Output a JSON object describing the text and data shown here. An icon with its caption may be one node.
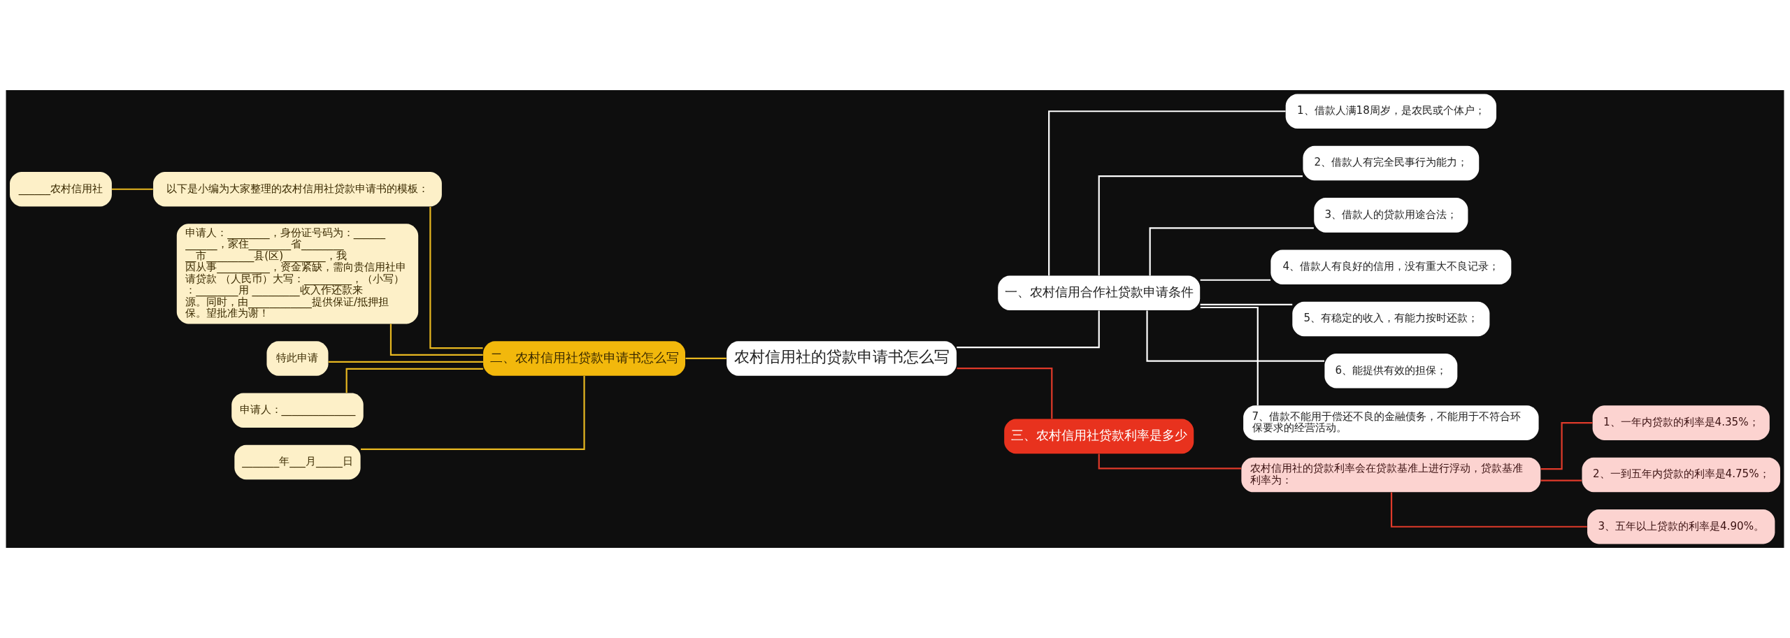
{
  "diagram": {
    "nodes": [
      {
        "text": [
          "农村信用社的贷款申请书怎么写"
        ]
      },
      {
        "text": [
          "二、农村信用社贷款申请书怎么写"
        ]
      },
      {
        "text": [
          "以下是小编为大家整理的农村信用社贷款申请书的模板："
        ]
      },
      {
        "text": [
          "______农村信用社"
        ]
      },
      {
        "text": [
          "申请人：________，身份证号码为：____________，家住________省__________市_________县(区)________，我因从事__________，资金紧缺，需向贵信用社申请贷款 （人民币）大写：_________，（小写）：________用 _________收入作还款来源。同时，由____________提供保证/抵押担保。望批准为谢！"
        ]
      },
      {
        "text": [
          "特此申请"
        ]
      },
      {
        "text": [
          "申请人：______________"
        ]
      },
      {
        "text": [
          "_______年___月_____日"
        ]
      },
      {
        "text": [
          "一、农村信用合作社贷款申请条件"
        ]
      },
      {
        "text": [
          "1、借款人满18周岁，是农民或个体户；"
        ]
      },
      {
        "text": [
          "2、借款人有完全民事行为能力；"
        ]
      },
      {
        "text": [
          "3、借款人的贷款用途合法；"
        ]
      },
      {
        "text": [
          "4、借款人有良好的信用，没有重大不良记录；"
        ]
      },
      {
        "text": [
          "5、有稳定的收入，有能力按时还款；"
        ]
      },
      {
        "text": [
          "6、能提供有效的担保；"
        ]
      },
      {
        "text": [
          "7、借款不能用于偿还不良的金融债务，不能用于不符合环保要求的经营活动。"
        ]
      },
      {
        "text": [
          "三、农村信用社贷款利率是多少"
        ]
      },
      {
        "text": [
          "农村信用社的贷款利率会在贷款基准上进行浮动，贷款基准利率为："
        ]
      },
      {
        "text": [
          "1、一年内贷款的利率是4.35%；"
        ]
      },
      {
        "text": [
          "2、一到五年内贷款的利率是4.75%；"
        ]
      },
      {
        "text": [
          "3、五年以上贷款的利率是4.90%。"
        ]
      }
    ],
    "edges": [
      {
        "from": 0,
        "to": 1,
        "arrow": "none",
        "color": "#e8b820"
      },
      {
        "from": 1,
        "to": 2,
        "arrow": "none",
        "color": "#e8b820"
      },
      {
        "from": 2,
        "to": 3,
        "arrow": "none",
        "color": "#e8b820"
      },
      {
        "from": 1,
        "to": 4,
        "arrow": "none",
        "color": "#e8b820"
      },
      {
        "from": 1,
        "to": 5,
        "arrow": "none",
        "color": "#e8b820"
      },
      {
        "from": 1,
        "to": 6,
        "arrow": "none",
        "color": "#e8b820"
      },
      {
        "from": 1,
        "to": 7,
        "arrow": "none",
        "color": "#e8b820"
      },
      {
        "from": 0,
        "to": 8,
        "arrow": "none"
      },
      {
        "from": 8,
        "to": 9,
        "arrow": "none"
      },
      {
        "from": 8,
        "to": 10,
        "arrow": "none"
      },
      {
        "from": 8,
        "to": 11,
        "arrow": "none"
      },
      {
        "from": 8,
        "to": 12,
        "arrow": "none"
      },
      {
        "from": 8,
        "to": 13,
        "arrow": "none"
      },
      {
        "from": 8,
        "to": 14,
        "arrow": "none"
      },
      {
        "from": 8,
        "to": 15,
        "arrow": "none"
      },
      {
        "from": 0,
        "to": 16,
        "arrow": "none",
        "color": "#e03a2a"
      },
      {
        "from": 16,
        "to": 17,
        "arrow": "none",
        "color": "#e03a2a"
      },
      {
        "from": 17,
        "to": 18,
        "arrow": "none",
        "color": "#e03a2a"
      },
      {
        "from": 17,
        "to": 19,
        "arrow": "none",
        "color": "#e03a2a"
      },
      {
        "from": 17,
        "to": 20,
        "arrow": "none",
        "color": "#e03a2a"
      }
    ]
  }
}
